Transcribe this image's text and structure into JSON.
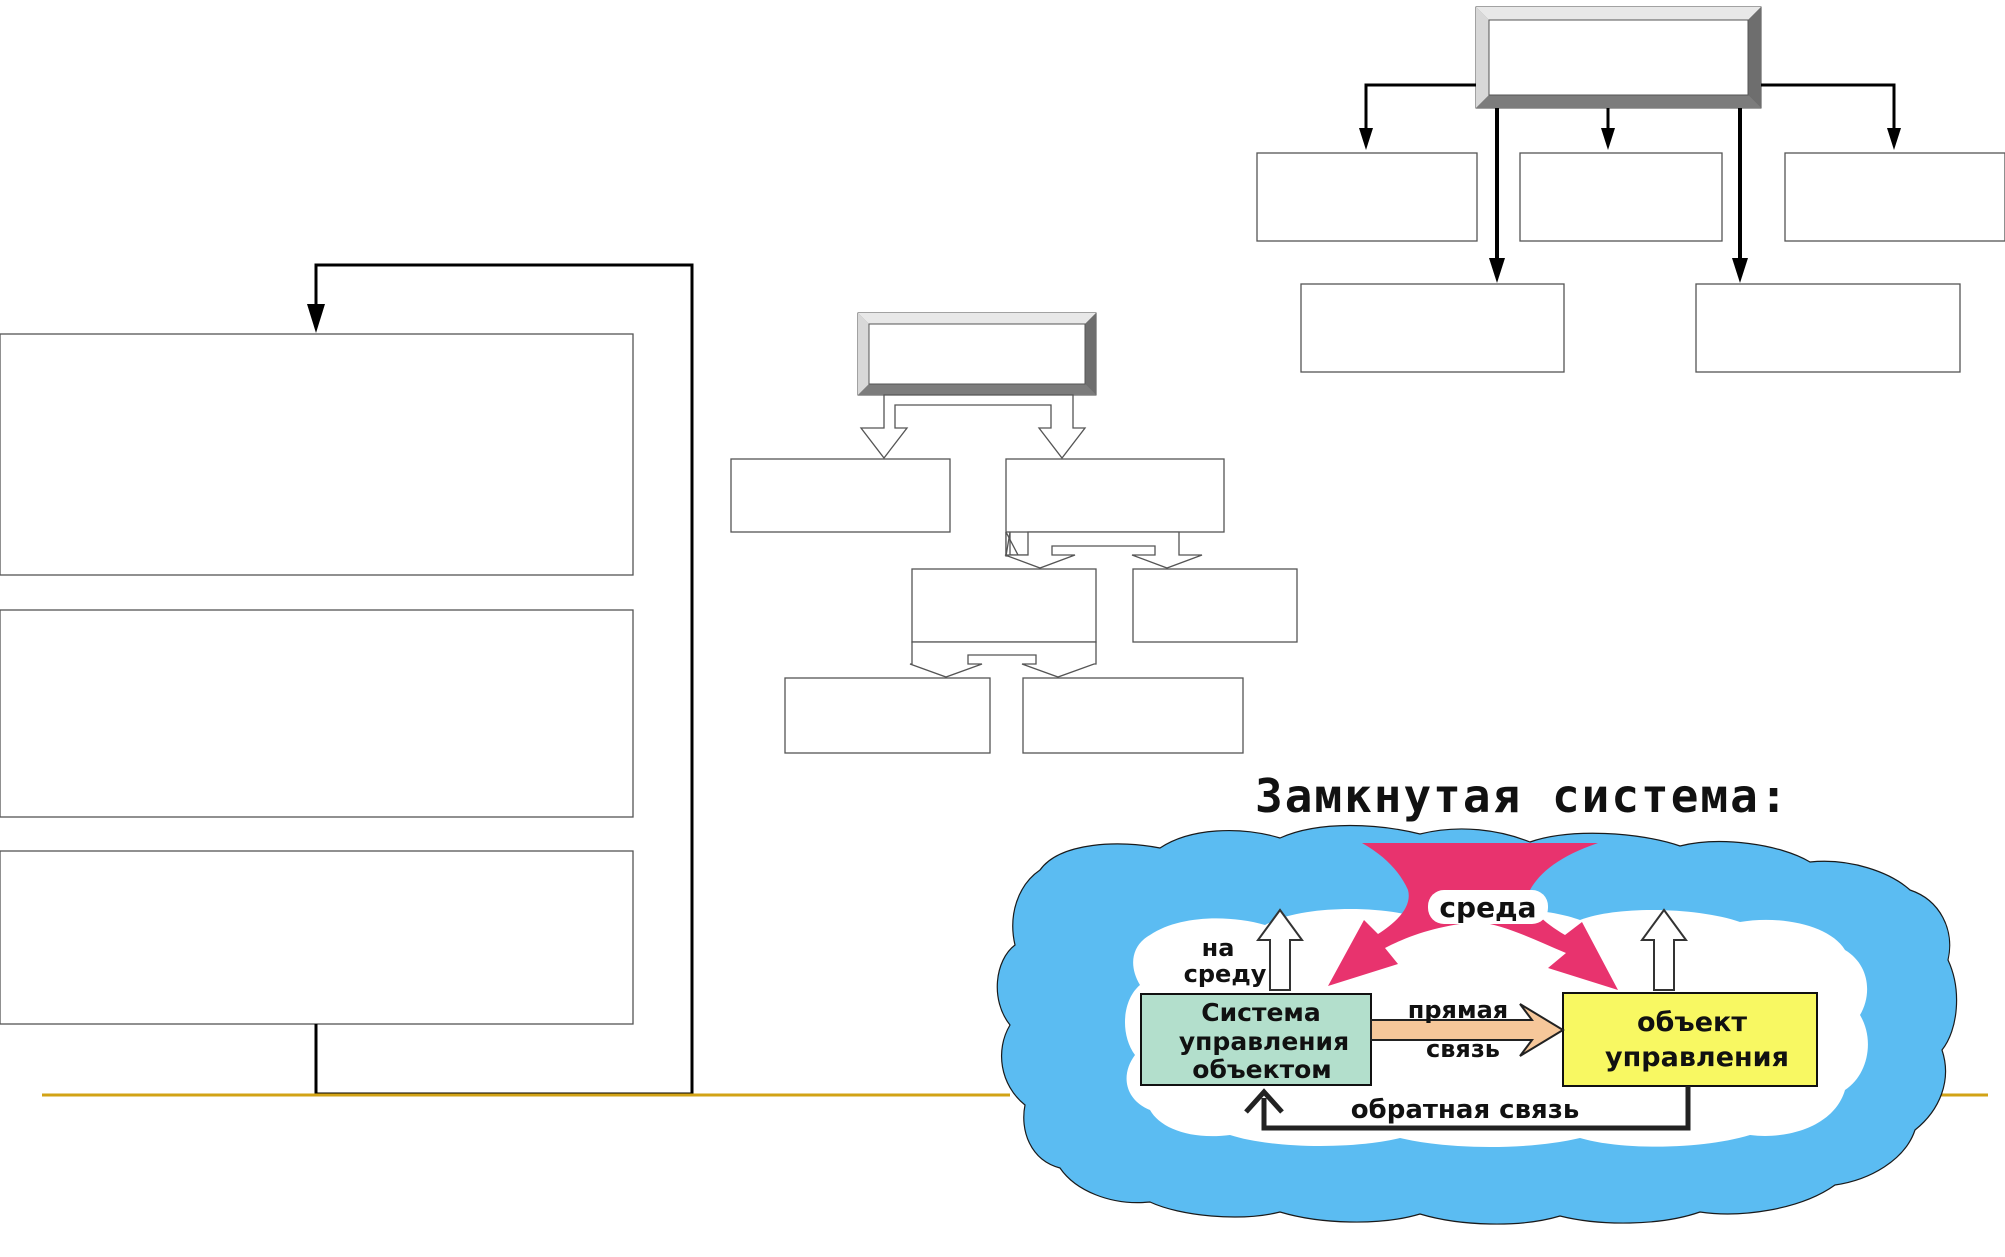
{
  "closed_system": {
    "title": "Замкнутая система:",
    "environment_label": "среда",
    "to_environment_label_line1": "на",
    "to_environment_label_line2": "среду",
    "control_system_line1": "Система",
    "control_system_line2": "управления",
    "control_system_line3": "объектом",
    "object_line1": "объект",
    "object_line2": "управления",
    "forward_link_line1": "прямая",
    "forward_link_line2": "связь",
    "feedback_label": "обратная связь"
  },
  "colors": {
    "cloud": "#5bbcf2",
    "environment_arrow": "#e8336e",
    "control_system_box": "#b3dfcc",
    "object_box": "#f8f862",
    "forward_arrow": "#f6c79a",
    "baseline": "#d2a316",
    "root_box_bevel": "#9a9a9a"
  }
}
